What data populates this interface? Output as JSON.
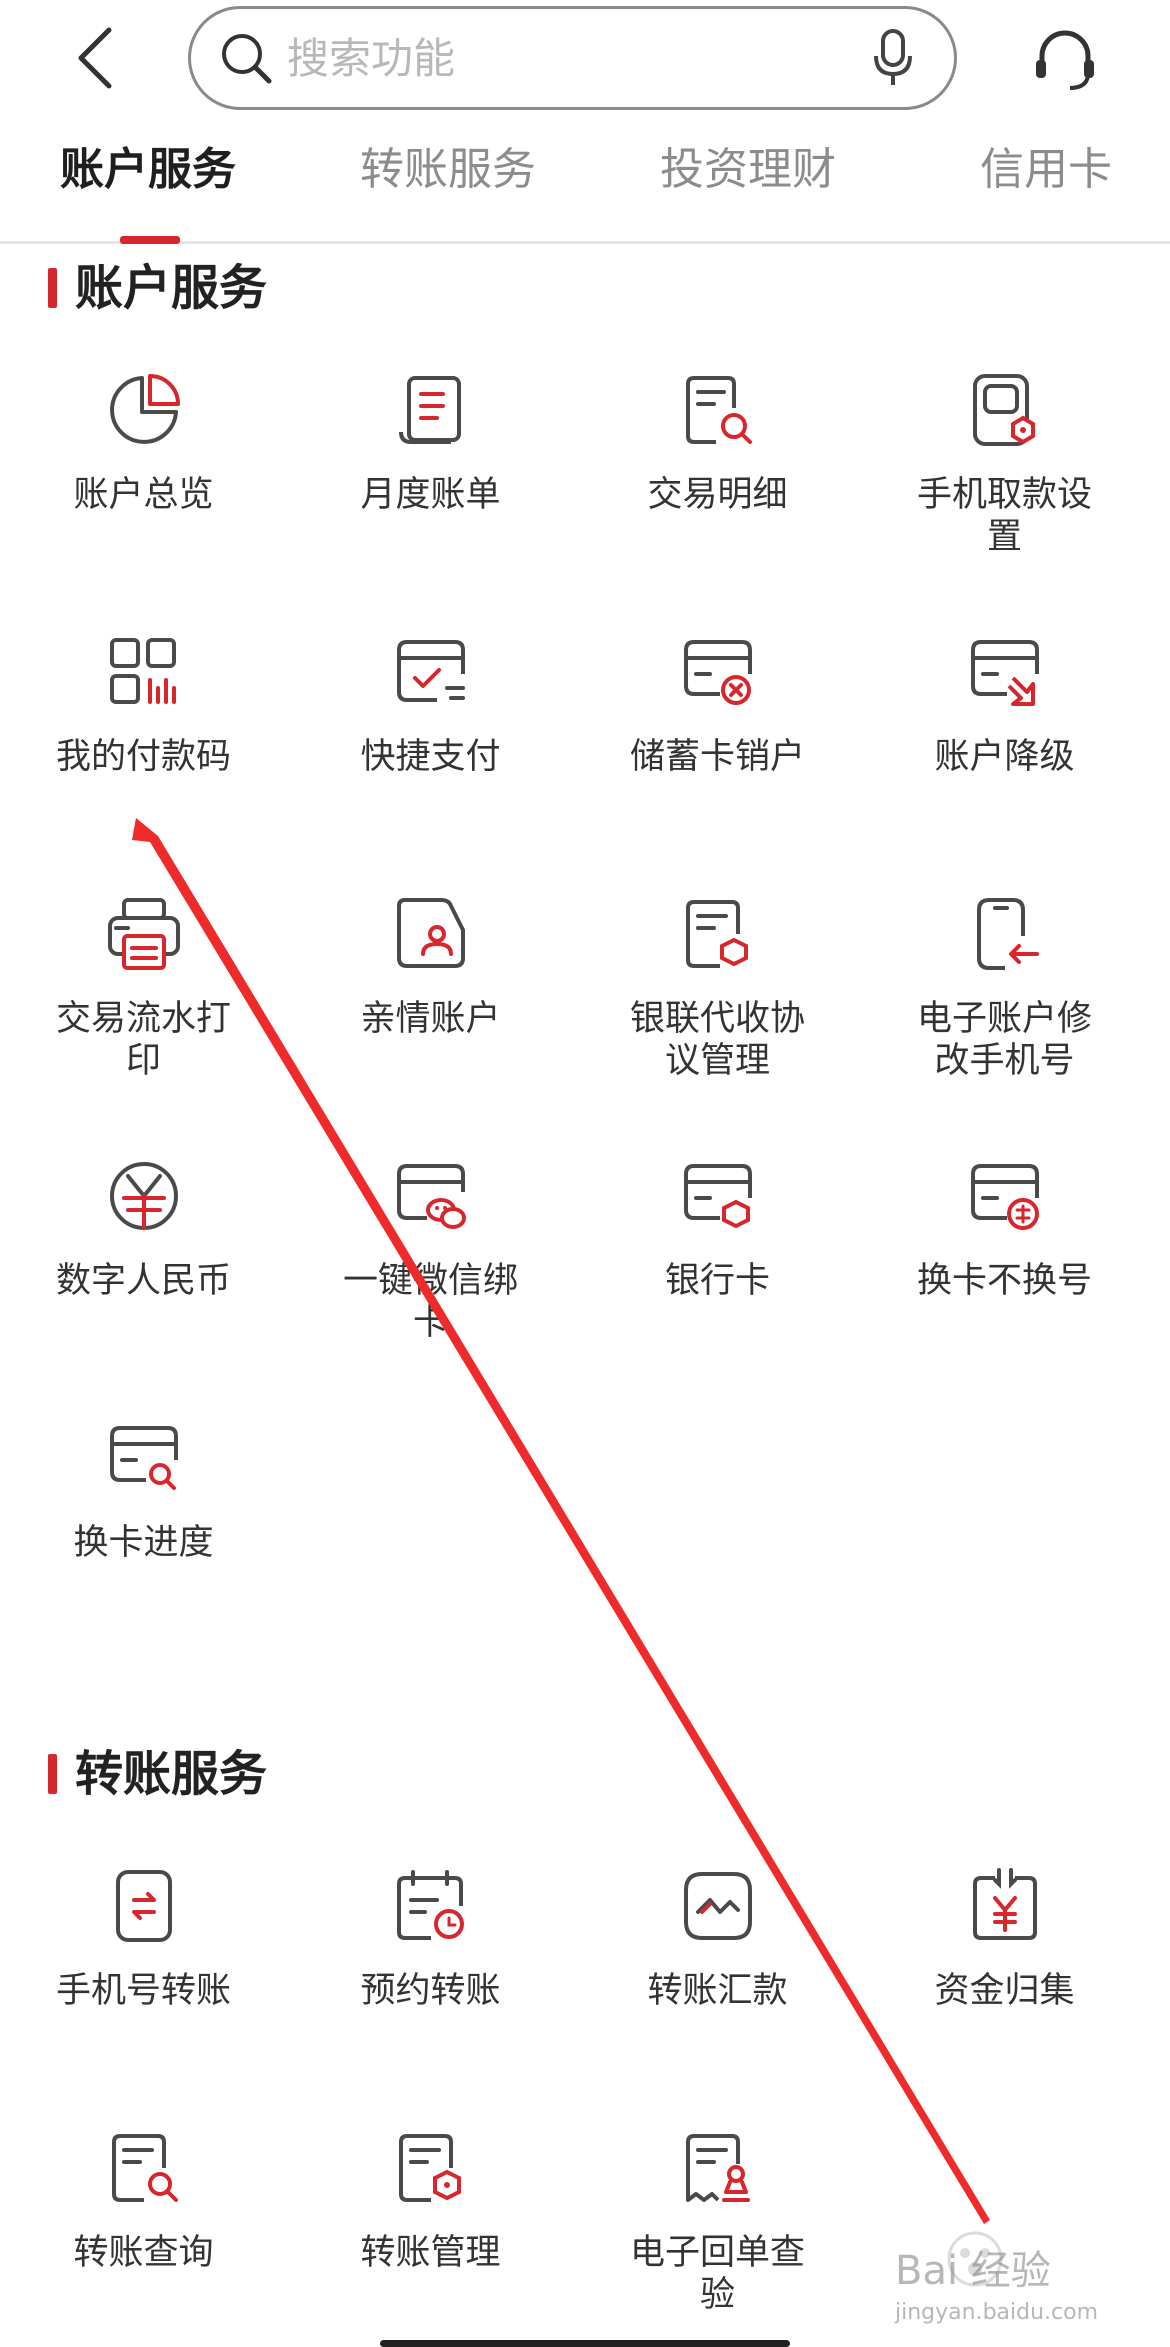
{
  "header": {
    "back_icon": "chevron-left-icon",
    "search_placeholder": "搜索功能",
    "mic_icon": "microphone-icon",
    "service_icon": "headset-icon"
  },
  "tabs": [
    {
      "label": "账户服务",
      "active": true
    },
    {
      "label": "转账服务",
      "active": false
    },
    {
      "label": "投资理财",
      "active": false
    },
    {
      "label": "信用卡",
      "active": false
    }
  ],
  "sections": {
    "account": {
      "title": "账户服务",
      "items": [
        {
          "label": "账户总览",
          "icon": "pie-chart-icon"
        },
        {
          "label": "月度账单",
          "icon": "scroll-bill-icon"
        },
        {
          "label": "交易明细",
          "icon": "document-search-icon"
        },
        {
          "label": "手机取款设置",
          "icon": "phone-setting-icon"
        },
        {
          "label": "我的付款码",
          "icon": "payment-code-icon"
        },
        {
          "label": "快捷支付",
          "icon": "card-check-icon"
        },
        {
          "label": "储蓄卡销户",
          "icon": "card-close-icon"
        },
        {
          "label": "账户降级",
          "icon": "card-downgrade-icon"
        },
        {
          "label": "交易流水打印",
          "icon": "printer-icon"
        },
        {
          "label": "亲情账户",
          "icon": "family-account-icon"
        },
        {
          "label": "银联代收协议管理",
          "icon": "agreement-icon"
        },
        {
          "label": "电子账户修改手机号",
          "icon": "phone-edit-icon"
        },
        {
          "label": "数字人民币",
          "icon": "digital-yuan-icon"
        },
        {
          "label": "一键微信绑卡",
          "icon": "wechat-card-icon"
        },
        {
          "label": "银行卡",
          "icon": "bank-card-icon"
        },
        {
          "label": "换卡不换号",
          "icon": "card-number-icon"
        },
        {
          "label": "换卡进度",
          "icon": "card-progress-icon"
        }
      ]
    },
    "transfer": {
      "title": "转账服务",
      "items": [
        {
          "label": "手机号转账",
          "icon": "phone-transfer-icon"
        },
        {
          "label": "预约转账",
          "icon": "calendar-clock-icon"
        },
        {
          "label": "转账汇款",
          "icon": "remittance-icon"
        },
        {
          "label": "资金归集",
          "icon": "fund-collect-icon"
        },
        {
          "label": "转账查询",
          "icon": "transfer-query-icon"
        },
        {
          "label": "转账管理",
          "icon": "transfer-manage-icon"
        },
        {
          "label": "电子回单查验",
          "icon": "receipt-verify-icon"
        }
      ]
    }
  },
  "watermark": {
    "brand": "Bai 经验",
    "url": "jingyan.baidu.com"
  },
  "colors": {
    "accent": "#d7262c",
    "icon_dark": "#4a4a4a",
    "text": "#333333"
  }
}
